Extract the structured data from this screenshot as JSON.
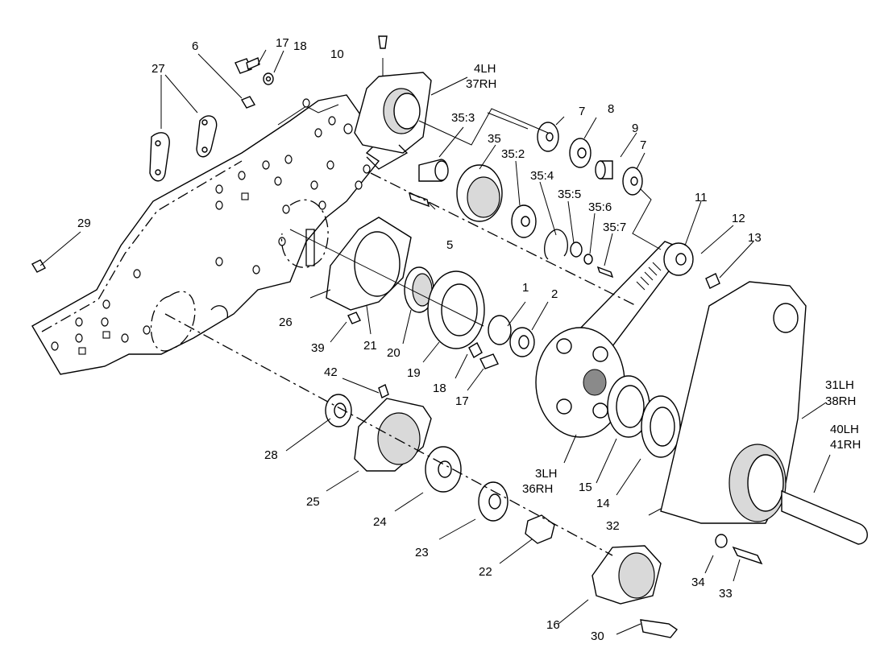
{
  "labels": {
    "p1": "1",
    "p2": "2",
    "p3": "3LH",
    "p3b": "36RH",
    "p4": "4LH",
    "p4b": "37RH",
    "p5": "5",
    "p6": "6",
    "p7a": "7",
    "p7b": "7",
    "p8": "8",
    "p9": "9",
    "p10": "10",
    "p11": "11",
    "p12": "12",
    "p13": "13",
    "p14": "14",
    "p15": "15",
    "p16": "16",
    "p17a": "17",
    "p17b": "17",
    "p18a": "18",
    "p18b": "18",
    "p19": "19",
    "p20": "20",
    "p21": "21",
    "p22": "22",
    "p23": "23",
    "p24": "24",
    "p25": "25",
    "p26": "26",
    "p27": "27",
    "p28": "28",
    "p29": "29",
    "p30": "30",
    "p31": "31LH",
    "p31b": "38RH",
    "p32": "32",
    "p33": "33",
    "p34": "34",
    "p35": "35",
    "p35_2": "35:2",
    "p35_3": "35:3",
    "p35_4": "35:4",
    "p35_5": "35:5",
    "p35_6": "35:6",
    "p35_7": "35:7",
    "p39": "39",
    "p40": "40LH",
    "p40b": "41RH",
    "p42": "42"
  }
}
